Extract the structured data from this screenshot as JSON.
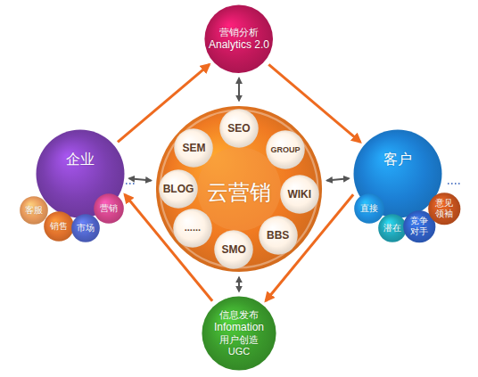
{
  "diagram": {
    "nodes": [
      {
        "text": [
          "营销分析",
          "Analytics 2.0"
        ]
      },
      {
        "text": [
          "企业"
        ]
      },
      {
        "text": [
          "客服"
        ],
        "in": 1
      },
      {
        "text": [
          "销售"
        ],
        "in": 1
      },
      {
        "text": [
          "市场"
        ],
        "in": 1
      },
      {
        "text": [
          "营销"
        ],
        "in": 1
      },
      {
        "text": [
          "云营销"
        ]
      },
      {
        "text": [
          "SEO"
        ],
        "in": 6
      },
      {
        "text": [
          "SEM"
        ],
        "in": 6
      },
      {
        "text": [
          "GROUP"
        ],
        "in": 6
      },
      {
        "text": [
          "BLOG"
        ],
        "in": 6
      },
      {
        "text": [
          "WIKI"
        ],
        "in": 6
      },
      {
        "text": [
          "......"
        ],
        "in": 6
      },
      {
        "text": [
          "SMO"
        ],
        "in": 6
      },
      {
        "text": [
          "BBS"
        ],
        "in": 6
      },
      {
        "text": [
          "客户"
        ]
      },
      {
        "text": [
          "直接"
        ],
        "in": 15
      },
      {
        "text": [
          "潜在"
        ],
        "in": 15
      },
      {
        "text": [
          "竞争对手"
        ],
        "in": 15
      },
      {
        "text": [
          "意见领袖"
        ],
        "in": 15
      },
      {
        "text": [
          "信息发布",
          "Infomation",
          "用户创造",
          "UGC"
        ]
      }
    ],
    "edges": [
      {
        "from": 6,
        "to": 0,
        "arrow": "both"
      },
      {
        "from": 1,
        "to": 6,
        "arrow": "both"
      },
      {
        "from": 6,
        "to": 15,
        "arrow": "both"
      },
      {
        "from": 6,
        "to": 20,
        "arrow": "both"
      },
      {
        "from": 1,
        "to": 0,
        "arrow": "to"
      },
      {
        "from": 0,
        "to": 15,
        "arrow": "to"
      },
      {
        "from": 15,
        "to": 20,
        "arrow": "to"
      },
      {
        "from": 20,
        "to": 1,
        "arrow": "to"
      }
    ]
  }
}
